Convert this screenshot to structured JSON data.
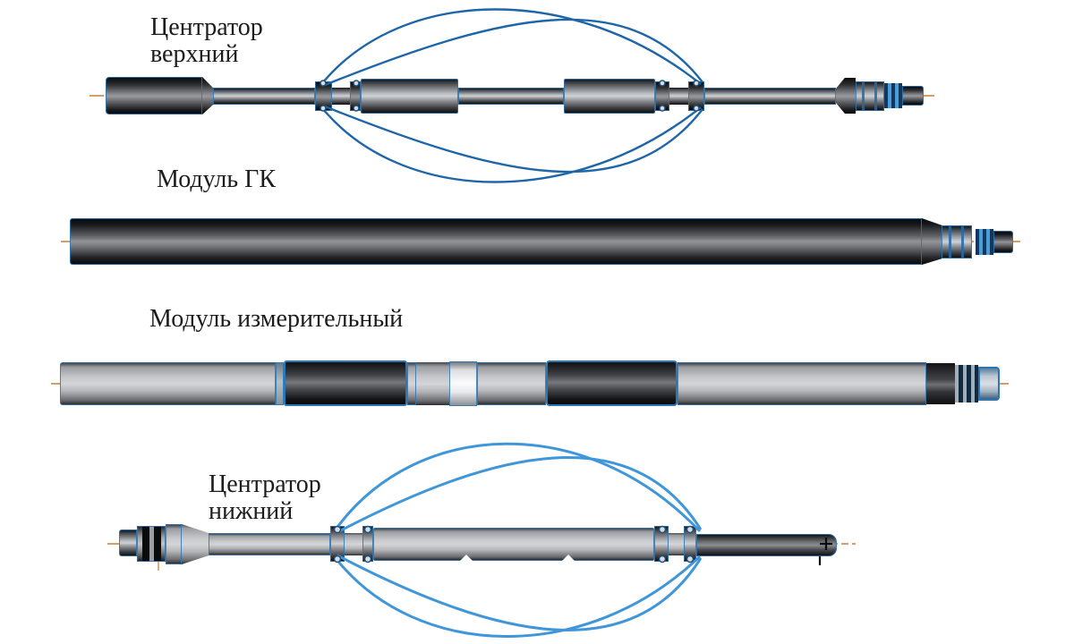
{
  "labels": {
    "upper_centralizer": {
      "line1": "Центратор",
      "line2": "верхний"
    },
    "gk_module": {
      "line1": "Модуль ГК"
    },
    "measuring_module": {
      "line1": "Модуль измерительный"
    },
    "lower_centralizer": {
      "line1": "Центратор",
      "line2": "нижний"
    }
  },
  "colors": {
    "background": "#ffffff",
    "label_text": "#1c1c1c",
    "outline_blue": "#2b77b5",
    "spring_blue_dark": "#1f66a8",
    "spring_blue_light": "#3f96d8",
    "centerline_orange": "#d49a62"
  }
}
